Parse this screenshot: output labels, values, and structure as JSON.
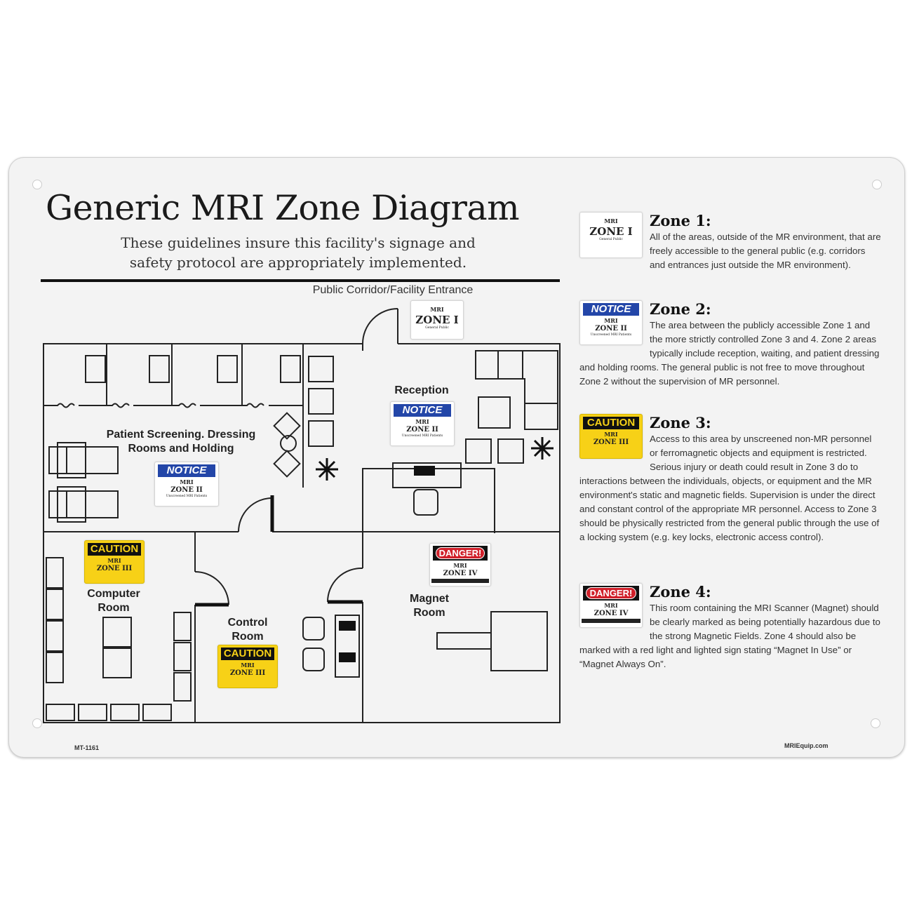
{
  "title": "Generic MRI Zone Diagram",
  "subtitle_lines": [
    "These guidelines insure this facility's signage and",
    "safety protocol are appropriately implemented."
  ],
  "corridor_label": "Public Corridor/Facility Entrance",
  "rooms": {
    "reception": "Reception",
    "holding_line1": "Patient Screening. Dressing",
    "holding_line2": "Rooms and Holding",
    "computer_line1": "Computer",
    "computer_line2": "Room",
    "control_line1": "Control",
    "control_line2": "Room",
    "magnet_line1": "Magnet",
    "magnet_line2": "Room"
  },
  "signs": {
    "zone1": {
      "mri": "MRI",
      "zone": "ZONE I",
      "sub": "General Public"
    },
    "zone2": {
      "header": "NOTICE",
      "mri": "MRI",
      "zone": "ZONE II",
      "sub": "Unscreened MRI Patients"
    },
    "zone3": {
      "header": "CAUTION",
      "mri": "MRI",
      "zone": "ZONE III"
    },
    "zone4": {
      "header": "DANGER!",
      "mri": "MRI",
      "zone": "ZONE IV"
    }
  },
  "zones": [
    {
      "heading": "Zone 1:",
      "text": "All of the areas, outside of the MR environment, that are freely accessible to the general public (e.g. corridors and entrances just outside the MR environment)."
    },
    {
      "heading": "Zone 2:",
      "text": "The area between the publicly accessible Zone 1 and the more strictly controlled Zone 3 and 4.  Zone 2 areas typically include reception, waiting, and patient dressing and holding rooms. The general public is not free to move throughout Zone 2 without the supervision of MR personnel."
    },
    {
      "heading": "Zone 3:",
      "text": "Access to this area by unscreened non-MR personnel or ferromagnetic objects and equipment is restricted. Serious injury or death could result in Zone 3 do to interactions between the individuals, objects, or equipment and the MR environment's static and magnetic fields. Supervision is under the direct and constant control of the appropriate MR personnel. Access to Zone 3 should be physically restricted from the general public through the use of a locking system (e.g. key locks, electronic access control)."
    },
    {
      "heading": "Zone 4:",
      "text": "This room containing the MRI Scanner (Magnet) should be clearly marked as being potentially hazardous due to the strong Magnetic Fields. Zone 4 should also be marked with a red light and lighted sign stating “Magnet In Use” or “Magnet Always On”."
    }
  ],
  "footer": {
    "code": "MT-1161",
    "website": "MRIEquip.com"
  },
  "colors": {
    "notice": "#2346a8",
    "caution": "#f7d117",
    "danger": "#d0202a"
  }
}
